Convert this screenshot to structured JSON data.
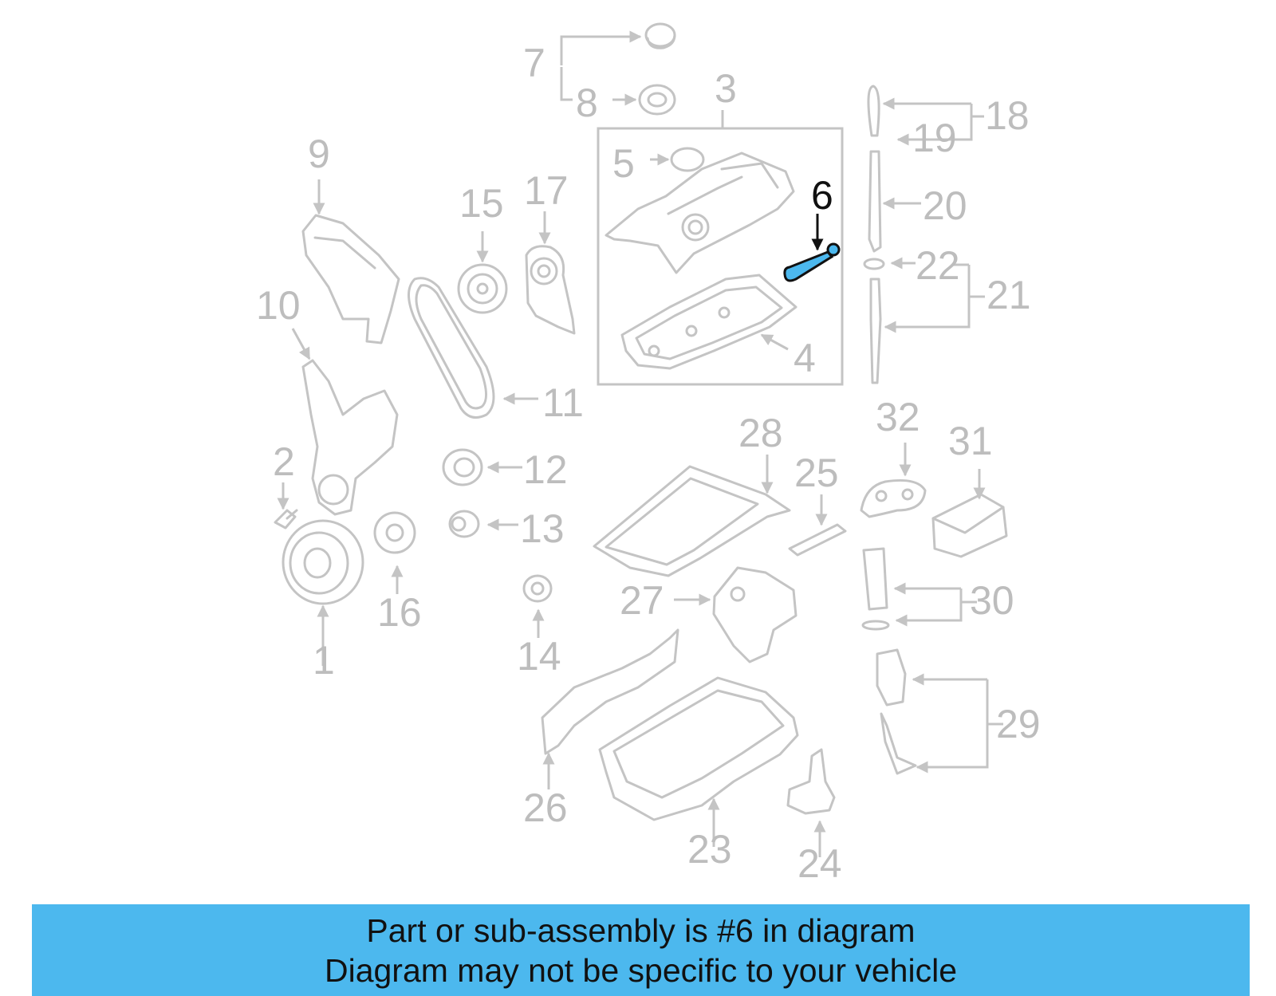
{
  "diagram": {
    "highlight_part": "6",
    "highlight_color": "#4cb8ee",
    "muted_color": "#c4c4c4",
    "labels": [
      {
        "id": "1",
        "text": "1"
      },
      {
        "id": "2",
        "text": "2"
      },
      {
        "id": "3",
        "text": "3"
      },
      {
        "id": "4",
        "text": "4"
      },
      {
        "id": "5",
        "text": "5"
      },
      {
        "id": "6",
        "text": "6"
      },
      {
        "id": "7",
        "text": "7"
      },
      {
        "id": "8",
        "text": "8"
      },
      {
        "id": "9",
        "text": "9"
      },
      {
        "id": "10",
        "text": "10"
      },
      {
        "id": "11",
        "text": "11"
      },
      {
        "id": "12",
        "text": "12"
      },
      {
        "id": "13",
        "text": "13"
      },
      {
        "id": "14",
        "text": "14"
      },
      {
        "id": "15",
        "text": "15"
      },
      {
        "id": "16",
        "text": "16"
      },
      {
        "id": "17",
        "text": "17"
      },
      {
        "id": "18",
        "text": "18"
      },
      {
        "id": "19",
        "text": "19"
      },
      {
        "id": "20",
        "text": "20"
      },
      {
        "id": "21",
        "text": "21"
      },
      {
        "id": "22",
        "text": "22"
      },
      {
        "id": "23",
        "text": "23"
      },
      {
        "id": "24",
        "text": "24"
      },
      {
        "id": "25",
        "text": "25"
      },
      {
        "id": "26",
        "text": "26"
      },
      {
        "id": "27",
        "text": "27"
      },
      {
        "id": "28",
        "text": "28"
      },
      {
        "id": "29",
        "text": "29"
      },
      {
        "id": "30",
        "text": "30"
      },
      {
        "id": "31",
        "text": "31"
      },
      {
        "id": "32",
        "text": "32"
      }
    ]
  },
  "banner": {
    "line1": "Part or sub-assembly is #6 in diagram",
    "line2": "Diagram may not be specific to your vehicle",
    "background": "#4cb8ee"
  }
}
